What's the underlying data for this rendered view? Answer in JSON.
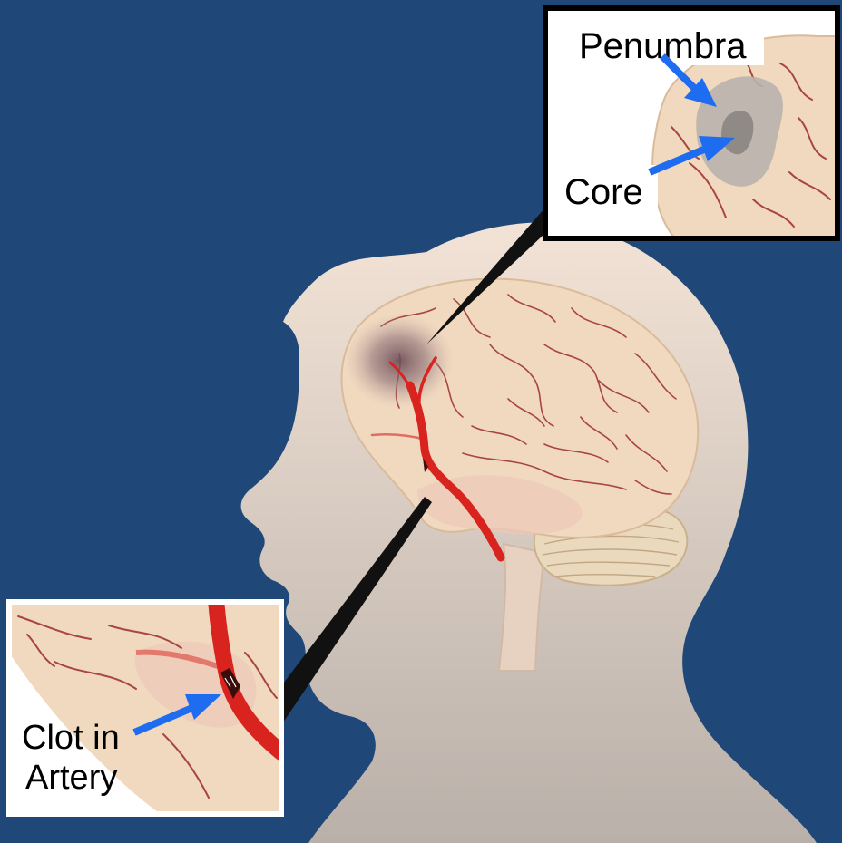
{
  "diagram": {
    "labels": {
      "penumbra": "Penumbra",
      "core": "Core",
      "clot_line1": "Clot in",
      "clot_line2": "Artery"
    },
    "colors": {
      "background": "#1f4778",
      "silhouette": "#f3e3d6",
      "brain": "#f0d9bf",
      "sulci": "#a8463f",
      "artery": "#d8231f",
      "penumbra": "#b9b3ad",
      "core": "#8f8a86",
      "arrow": "#1e6cf0",
      "callout_frame": "#000000"
    }
  }
}
